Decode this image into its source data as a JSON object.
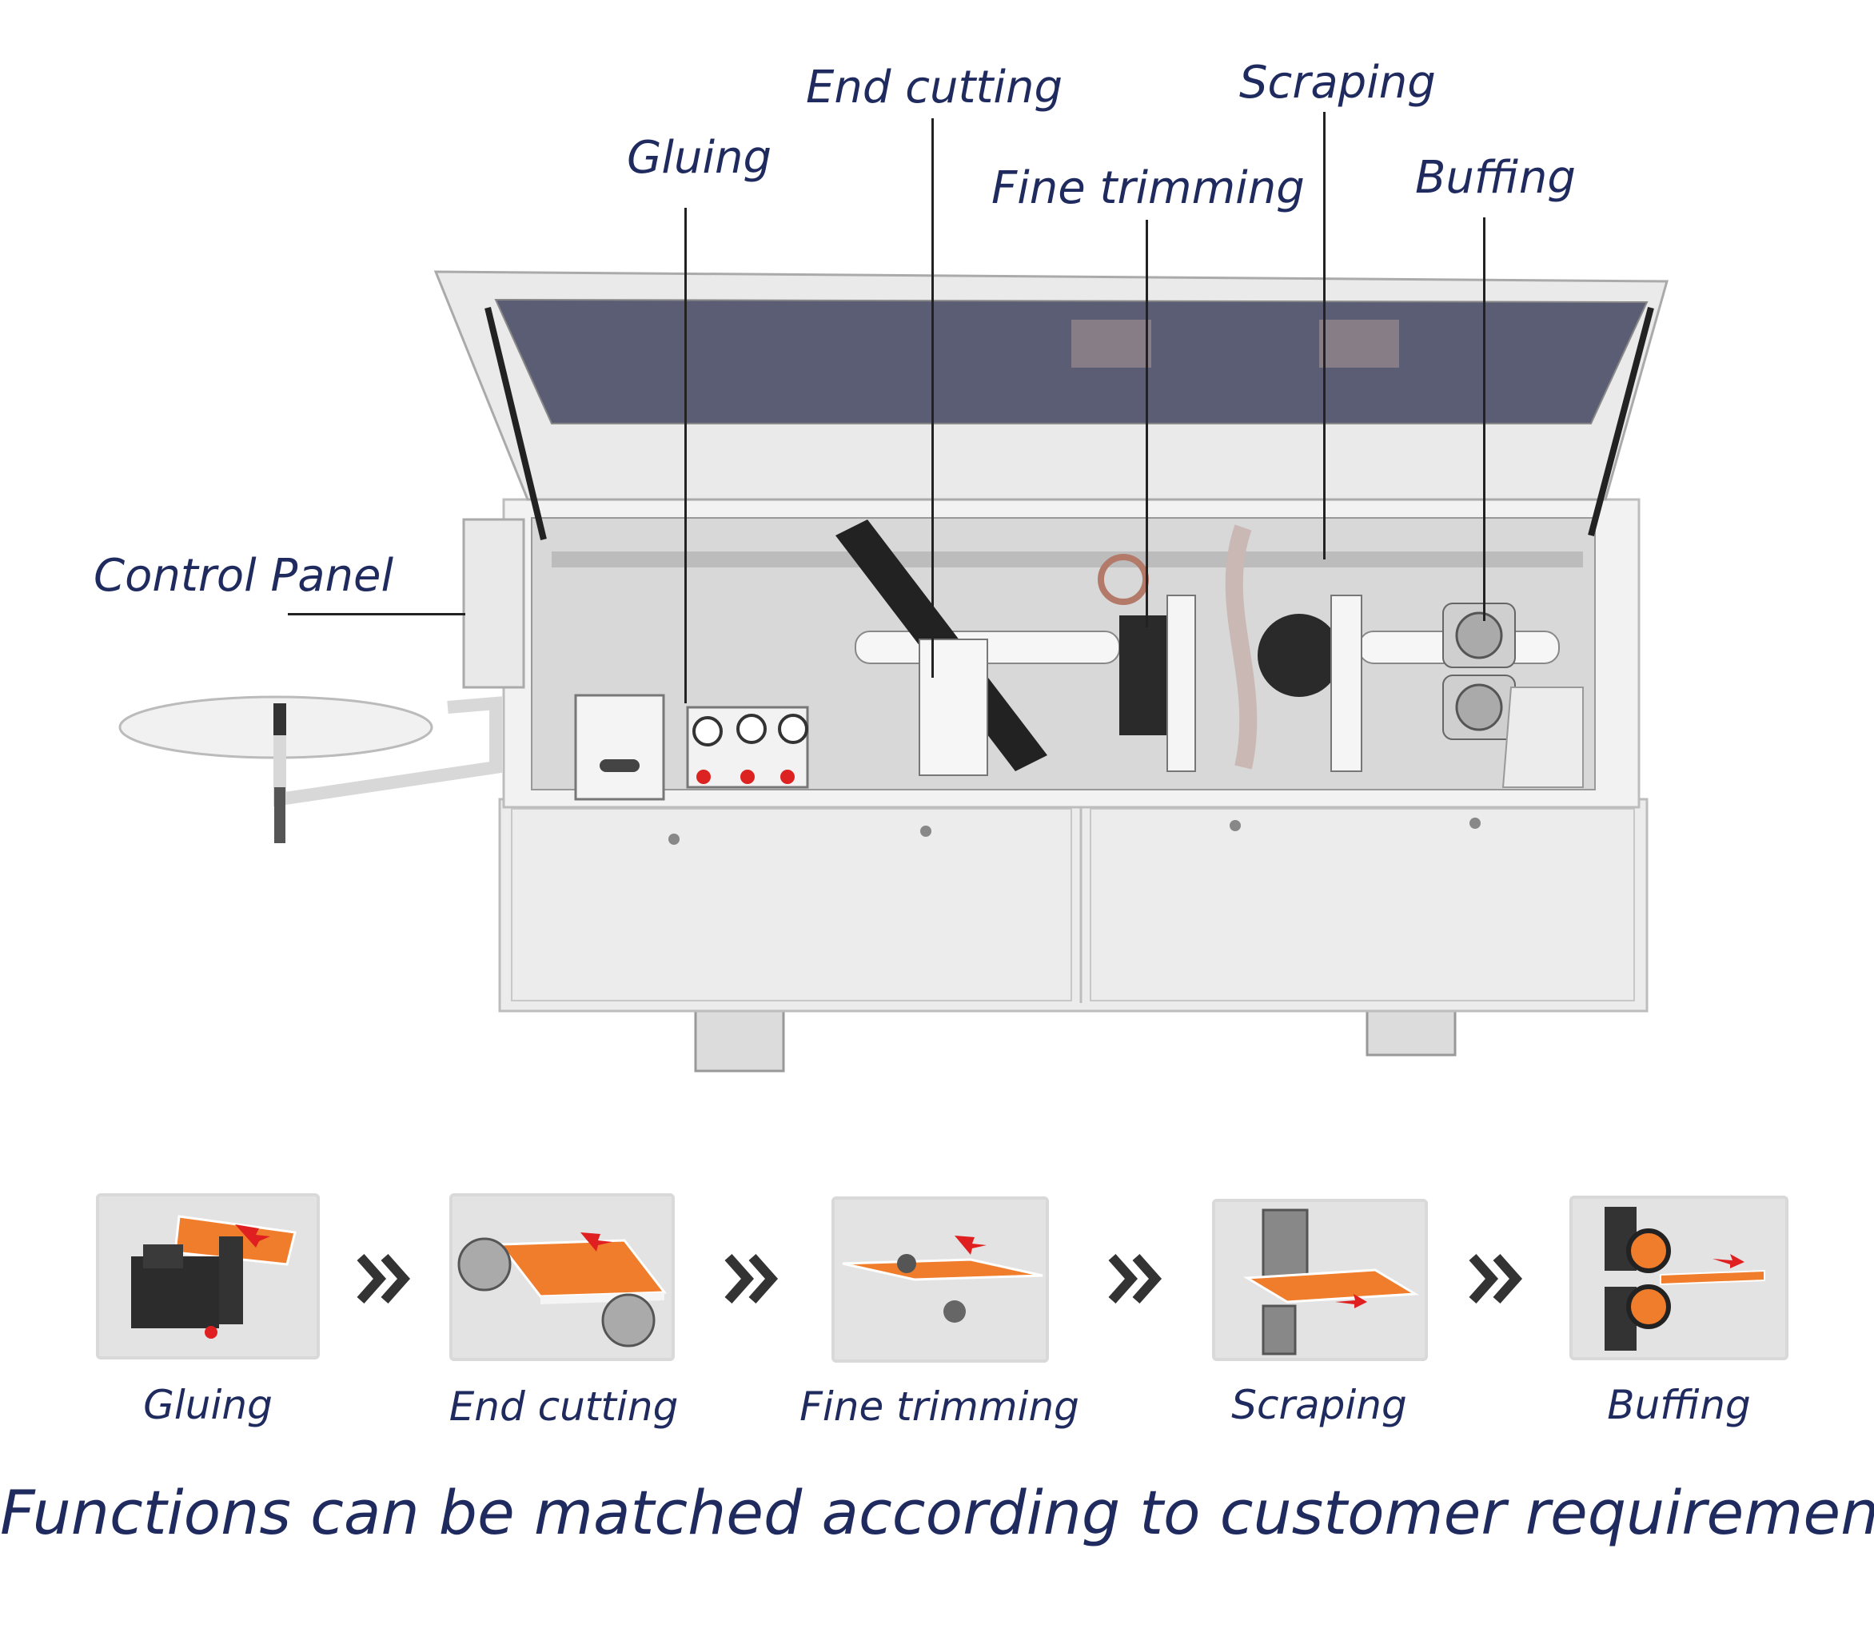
{
  "callouts": {
    "control_panel": "Control Panel",
    "gluing": "Gluing",
    "end_cutting": "End cutting",
    "fine_trimming": "Fine trimming",
    "scraping": "Scraping",
    "buffing": "Buffing"
  },
  "steps": [
    {
      "label": "Gluing"
    },
    {
      "label": "End cutting"
    },
    {
      "label": "Fine trimming"
    },
    {
      "label": "Scraping"
    },
    {
      "label": "Buffing"
    }
  ],
  "footer": "Functions can be matched according to customer requirements",
  "colors": {
    "text": "#1f2a5e",
    "panel_orange": "#f07d2c",
    "arrow_red": "#e02020",
    "machine_body": "#efefef",
    "chevron": "#333333"
  },
  "icons": [
    "double-chevron-right-icon"
  ]
}
